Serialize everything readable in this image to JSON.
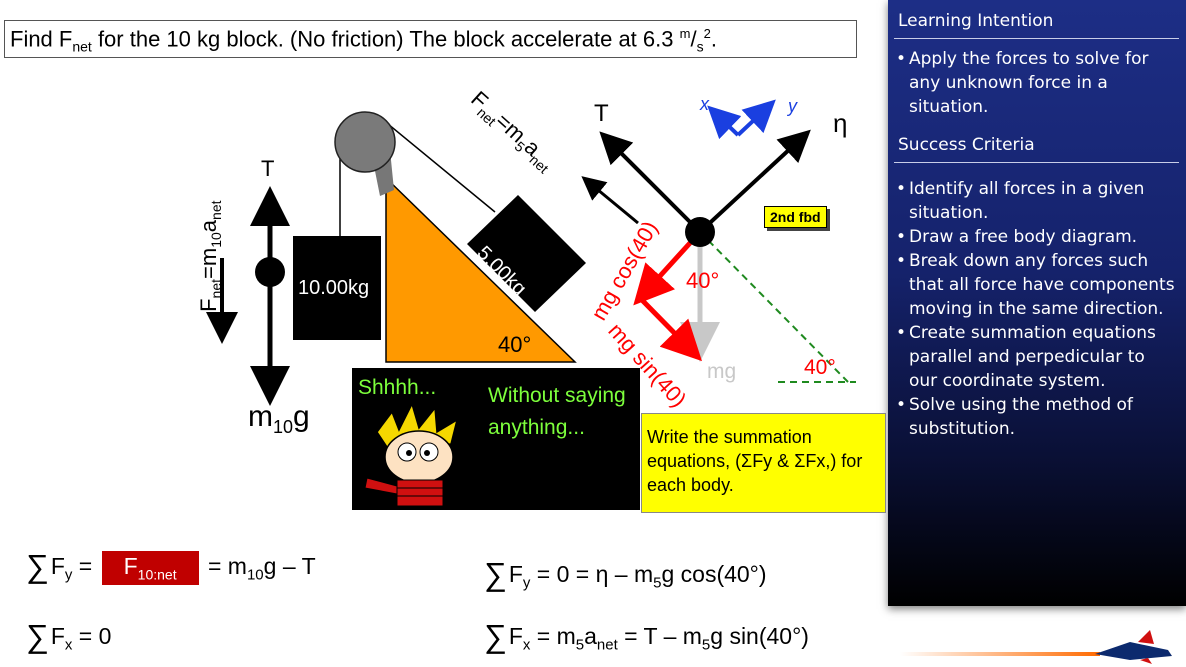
{
  "problem": {
    "text": "Find F",
    "sub": "net",
    "text2": " for the 10 kg block. (No friction) The block accelerate at 6.3 ",
    "unit_num": "m",
    "unit_sep": "/",
    "unit_den": "s",
    "unit_exp": "2",
    "end": "."
  },
  "sidebar": {
    "intention_title": "Learning Intention",
    "intention_items": [
      "Apply the forces to solve for any unknown force in a situation."
    ],
    "criteria_title": "Success Criteria",
    "criteria_items": [
      "Identify all forces in a given situation.",
      "Draw a free body diagram.",
      "Break down any forces such that all force have components moving in the same direction.",
      "Create summation equations parallel and perpedicular to our coordinate system.",
      "Solve using the method of substitution."
    ]
  },
  "left_diagram": {
    "block_label": "10.00kg",
    "incline_block_label": "5.00kg",
    "angle_label": "40°",
    "tension": "T",
    "weight_main": "m",
    "weight_sub": "10",
    "weight_end": "g",
    "fnet_f": "F",
    "fnet_sub1": "net",
    "fnet_mid": "=m",
    "fnet_sub2": "10",
    "fnet_a": "a",
    "fnet_sub3": "net"
  },
  "fbd": {
    "fnet_f": "F",
    "fnet_sub1": "net",
    "fnet_mid": "=m",
    "fnet_sub2": "5",
    "fnet_a": "a",
    "fnet_sub3": "net",
    "tension": "T",
    "normal": "η",
    "x_axis": "x",
    "y_axis": "y",
    "mgcos": "mg cos(40)",
    "mgsin": "mg sin(40)",
    "angle_40a": "40°",
    "angle_40b": "40°",
    "mg": "mg",
    "badge": "2nd fbd"
  },
  "popup": {
    "shh": "Shhhh...",
    "without": "Without saying anything..."
  },
  "note": {
    "text": "Write the summation equations, (ΣFy & ΣFx,) for each body."
  },
  "equations": {
    "eq1_a": "F",
    "eq1_a_sub": "y",
    "eq1_eq": " = ",
    "eq1_box": "F",
    "eq1_box_sub": "10:net",
    "eq1_b": " = m",
    "eq1_b_sub": "10",
    "eq1_c": "g – T",
    "eq2_a": "F",
    "eq2_a_sub": "x",
    "eq2_rest": " = 0",
    "eq3_a": "F",
    "eq3_a_sub": "y",
    "eq3_b": " = 0 = η – m",
    "eq3_b_sub": "5",
    "eq3_c": "g cos(40°)",
    "eq4_a": "F",
    "eq4_a_sub": "x",
    "eq4_b": " = m",
    "eq4_b_sub": "5",
    "eq4_c": "a",
    "eq4_c_sub": "net",
    "eq4_d": " = T – m",
    "eq4_d_sub": "5",
    "eq4_e": "g sin(40°)",
    "sigma": "∑"
  },
  "colors": {
    "incline": "#ff9900",
    "red": "#ff0000",
    "blue": "#1a3fe0",
    "green": "#1f8a1f",
    "sidebar": "#1d2e86"
  }
}
